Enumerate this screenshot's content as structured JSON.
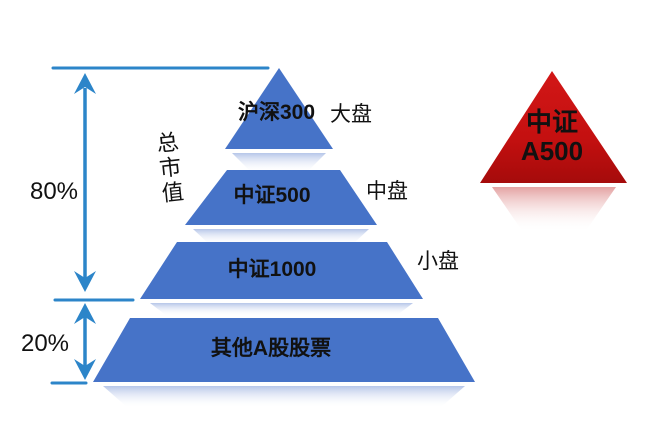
{
  "measure": {
    "upper_percent": "80%",
    "lower_percent": "20%",
    "axis_title": "总市值"
  },
  "pyramid_layers": [
    {
      "name": "沪深300",
      "cap_label": "大盘"
    },
    {
      "name": "中证500",
      "cap_label": "中盘"
    },
    {
      "name": "中证1000",
      "cap_label": "小盘"
    },
    {
      "name": "其他A股股票",
      "cap_label": ""
    }
  ],
  "highlight_triangle": {
    "line1": "中证",
    "line2": "A500"
  },
  "colors": {
    "pyramid_blue": "#4673c8",
    "dimension_blue": "#2c85c9",
    "highlight_red": "#c81212",
    "text_black": "#111111"
  }
}
